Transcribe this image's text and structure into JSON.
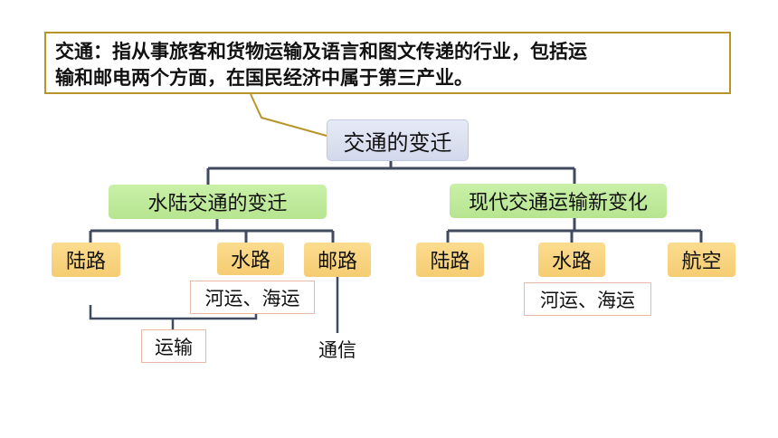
{
  "definition": {
    "line1": "交通：指从事旅客和货物运输及语言和图文传递的行业，包括运",
    "line2": "输和邮电两个方面，在国民经济中属于第三产业。"
  },
  "root": "交通的变迁",
  "left_branch": {
    "title": "水陆交通的变迁",
    "land": "陆路",
    "water": "水路",
    "post": "邮路",
    "water_note": "河运、海运",
    "transport": "运输",
    "communication": "通信"
  },
  "right_branch": {
    "title": "现代交通运输新变化",
    "land": "陆路",
    "water": "水路",
    "air": "航空",
    "water_note": "河运、海运"
  },
  "colors": {
    "accent_border": "#b8952a",
    "connector": "#3f4a5f",
    "green_box": "#c9f0a8",
    "orange_box": "#f8d27e",
    "root_box": "#dde2f1"
  }
}
